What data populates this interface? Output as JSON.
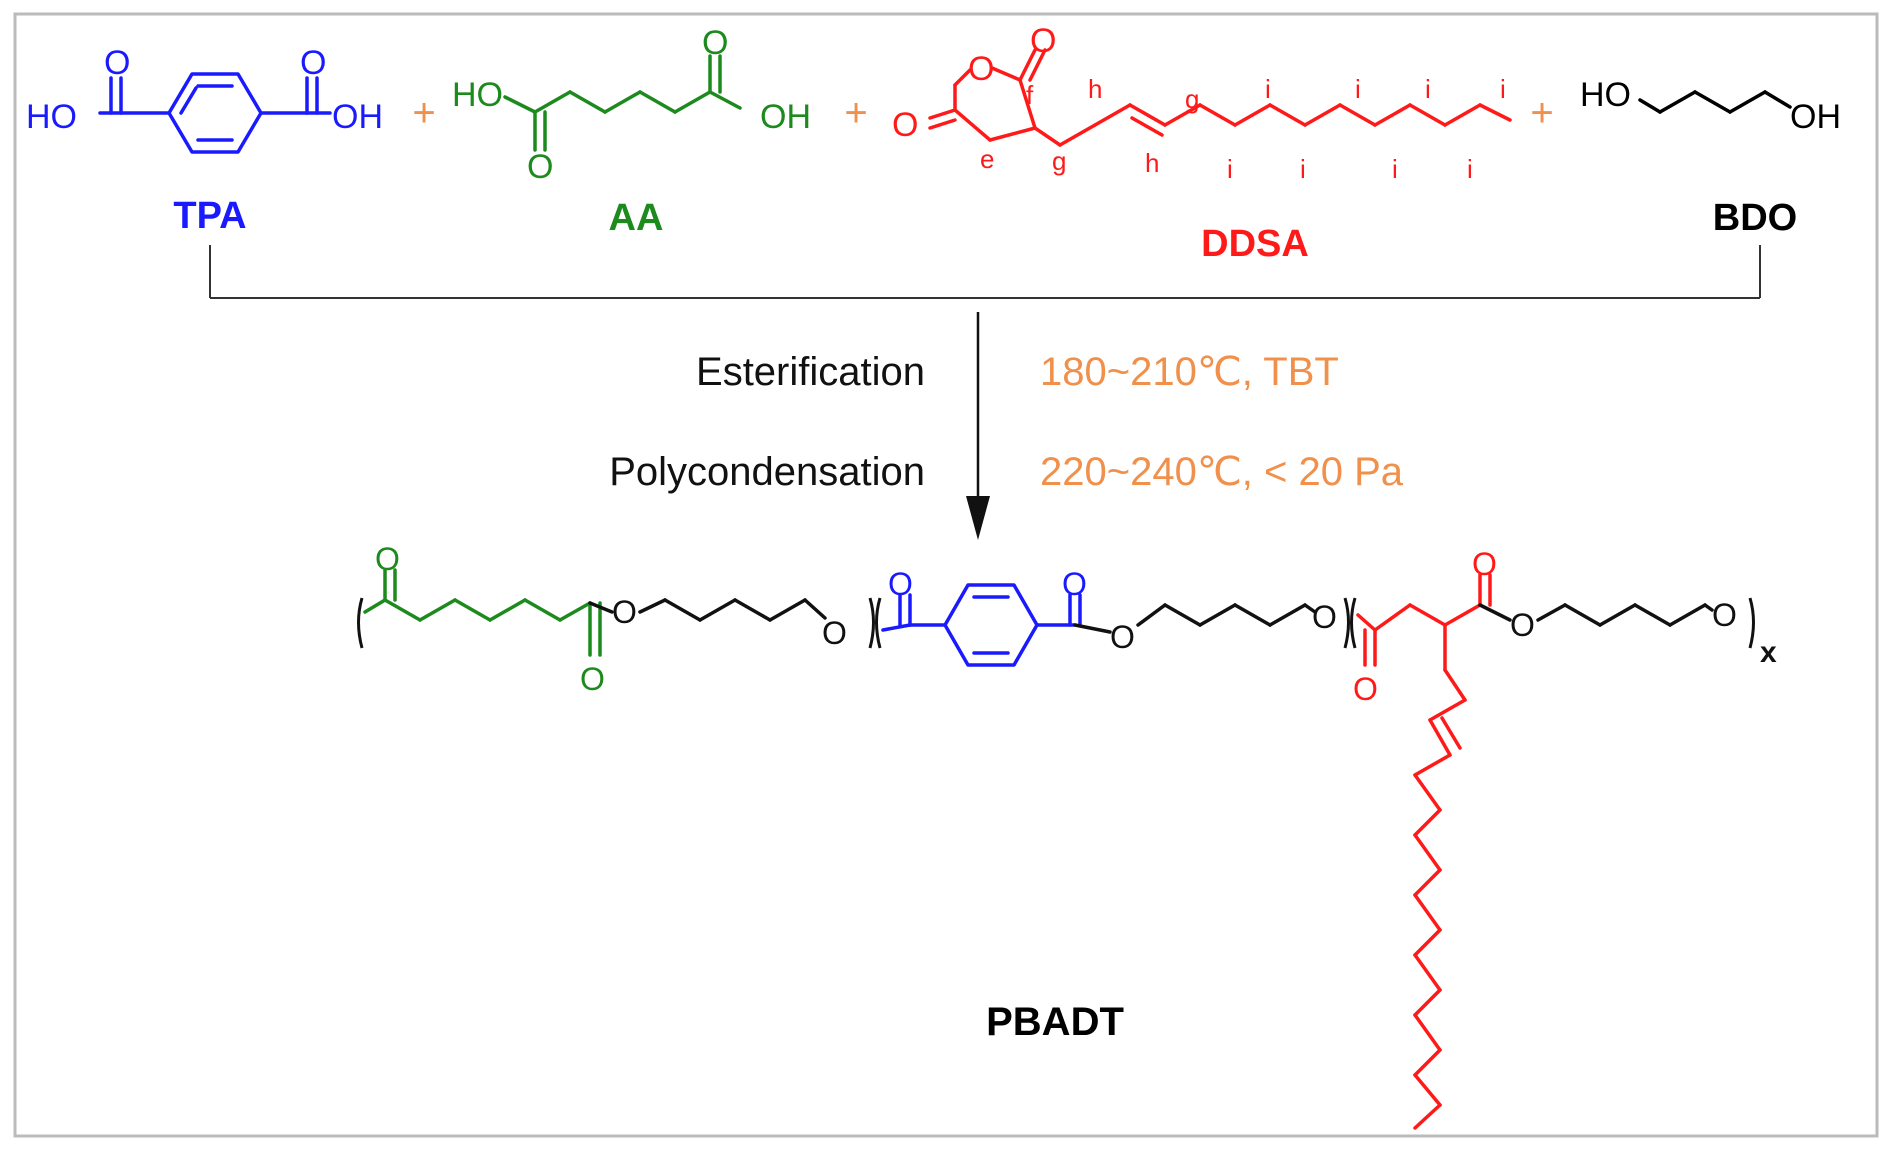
{
  "reactants": [
    {
      "name": "TPA",
      "color": "#1a1aff",
      "groups": {
        "left": "HO",
        "right": "OH",
        "o1": "O",
        "o2": "O"
      }
    },
    {
      "name": "AA",
      "color": "#1c8a1c",
      "groups": {
        "left": "HO",
        "right": "OH",
        "o1": "O",
        "o2": "O"
      }
    },
    {
      "name": "DDSA",
      "color": "#ff1a1a",
      "groups": {
        "o_ring": "O",
        "o_top": "O",
        "o_left": "O"
      }
    },
    {
      "name": "BDO",
      "color": "#000000",
      "groups": {
        "left": "HO",
        "right": "OH"
      }
    }
  ],
  "plus_sign": "+",
  "plus_color": "#f0904a",
  "ddsa_labels": {
    "e": "e",
    "f": "f",
    "g": "g",
    "h": "h",
    "i": "i"
  },
  "conditions": {
    "step1_name": "Esterification",
    "step1_conditions": "180~210℃, TBT",
    "step2_name": "Polycondensation",
    "step2_conditions": "220~240℃, < 20 Pa",
    "condition_color": "#f0904a"
  },
  "product": {
    "name": "PBADT",
    "o_label": "O",
    "subscript": "x"
  }
}
